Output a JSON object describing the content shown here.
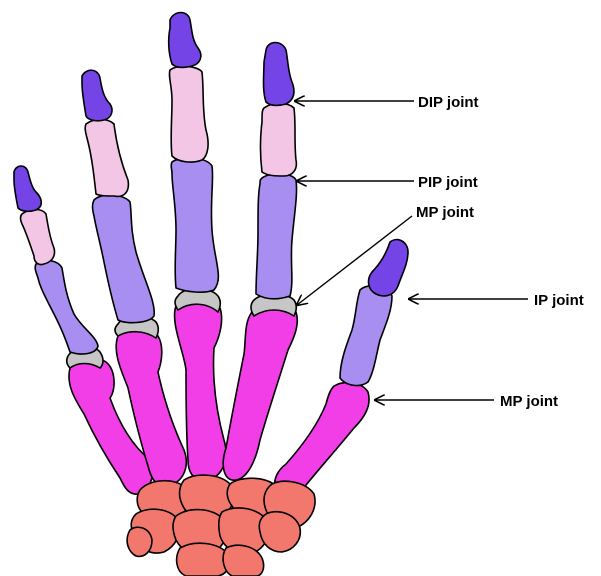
{
  "colors": {
    "distal_phalanx": "#7444e6",
    "middle_phalanx": "#f4c6e6",
    "proximal_phalanx": "#a78ef0",
    "metacarpal": "#f23ee6",
    "joint_cartilage": "#c6c6c6",
    "carpal": "#f2786e",
    "outline": "#000000"
  },
  "labels": {
    "dip_joint": "DIP joint",
    "pip_joint": "PIP joint",
    "mp_joint_fingers": "MP joint",
    "ip_joint": "IP joint",
    "mp_joint_thumb": "MP joint"
  }
}
